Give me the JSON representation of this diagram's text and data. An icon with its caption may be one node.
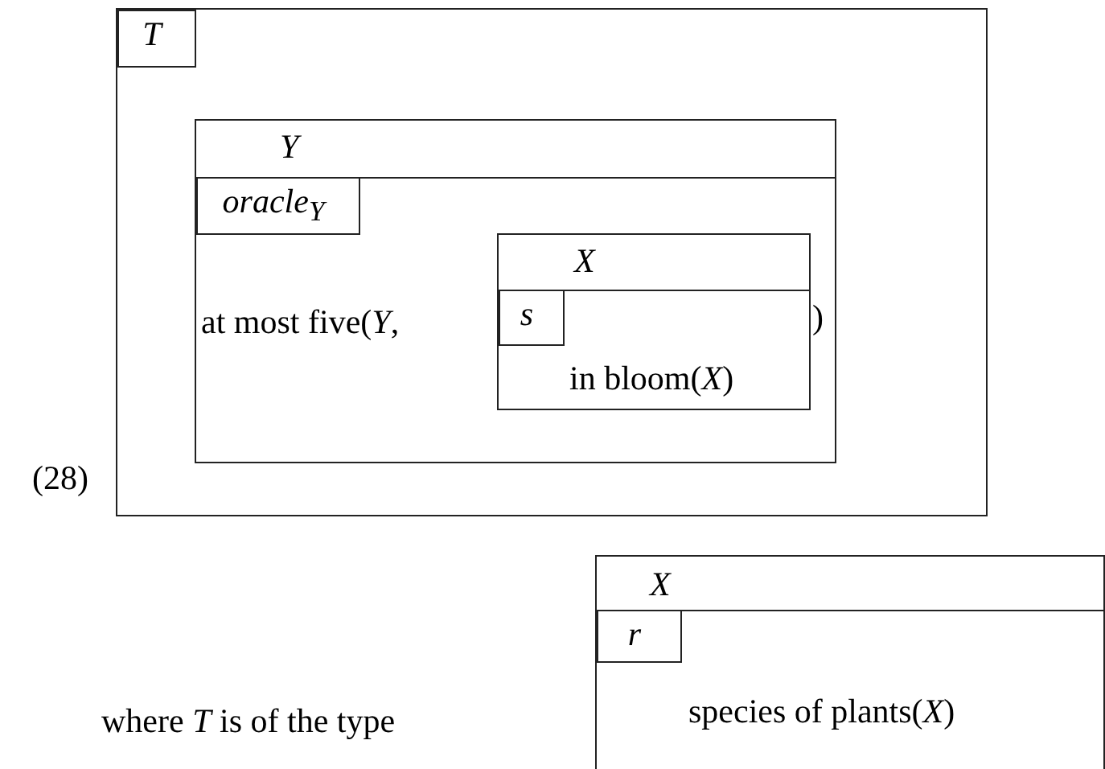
{
  "diagram": {
    "nodes": [
      {
        "text": [],
        "shape": "box"
      },
      {
        "text": [
          "T"
        ],
        "in": 0
      },
      {
        "text": [
          "Y",
          "at most five(*Y*,",
          ")"
        ],
        "in": 0
      },
      {
        "text": [
          "oracle$_{Y}$"
        ],
        "in": 2
      },
      {
        "text": [
          "X",
          "in bloom(*X*)"
        ],
        "in": 2
      },
      {
        "text": [
          "s"
        ],
        "in": 4
      },
      {
        "text": [
          "X",
          "species of plants(*X*)"
        ]
      },
      {
        "text": [
          "r"
        ],
        "in": 6
      }
    ],
    "labels": [
      "(28)",
      "where *T* is of the type"
    ]
  }
}
